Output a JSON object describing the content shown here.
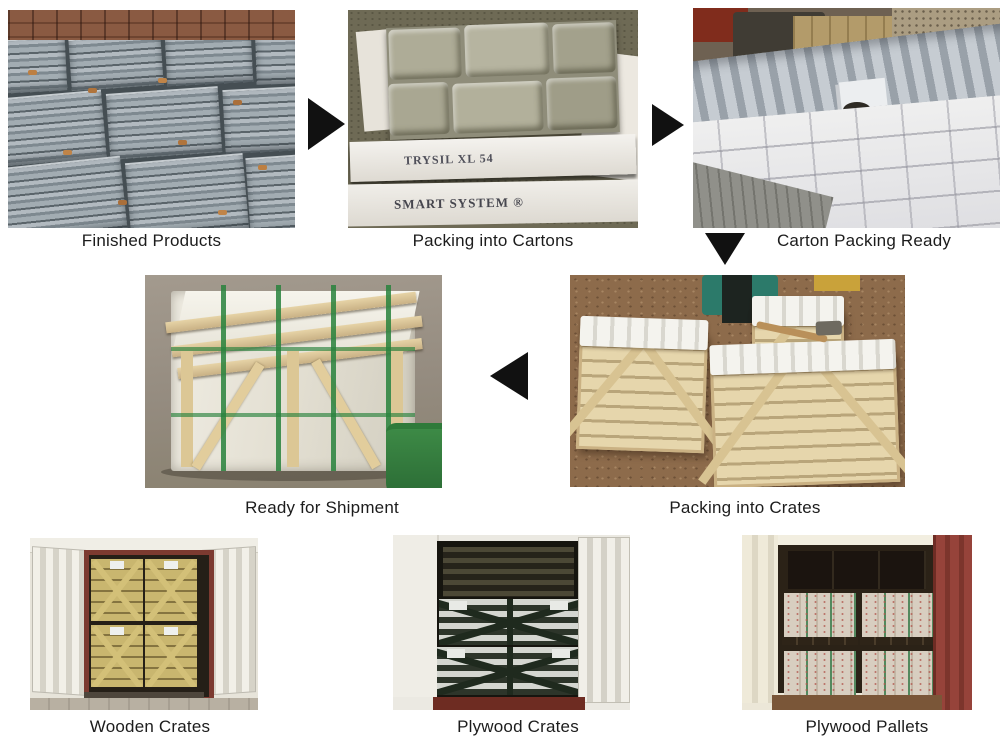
{
  "diagram": {
    "title_implicit": "Stone veneer packing and loading process",
    "steps": {
      "finished_products": {
        "label": "Finished Products"
      },
      "packing_cartons": {
        "label": "Packing into Cartons"
      },
      "carton_ready": {
        "label": "Carton Packing Ready"
      },
      "ready_shipment": {
        "label": "Ready for Shipment"
      },
      "packing_crates": {
        "label": "Packing into Crates"
      },
      "wooden_crates": {
        "label": "Wooden Crates"
      },
      "plywood_crates": {
        "label": "Plywood Crates"
      },
      "plywood_pallets": {
        "label": "Plywood Pallets"
      }
    },
    "carton_print": {
      "brand_line": "TRYSIL XL 54",
      "system_line": "SMART SYSTEM ®"
    },
    "arrows": [
      {
        "from": "finished_products",
        "to": "packing_cartons",
        "direction": "right"
      },
      {
        "from": "packing_cartons",
        "to": "carton_ready",
        "direction": "right"
      },
      {
        "from": "carton_ready",
        "to": "packing_crates",
        "direction": "down"
      },
      {
        "from": "packing_crates",
        "to": "ready_shipment",
        "direction": "left"
      }
    ],
    "colors": {
      "background": "#ffffff",
      "arrow": "#111111",
      "caption_text": "#1c1c1c",
      "strap_green": "#2f8f4e",
      "container_maroon": "#7c3a30",
      "crate_wood": "#e6d6ac",
      "stone_grey": "#9aa4aa"
    }
  }
}
